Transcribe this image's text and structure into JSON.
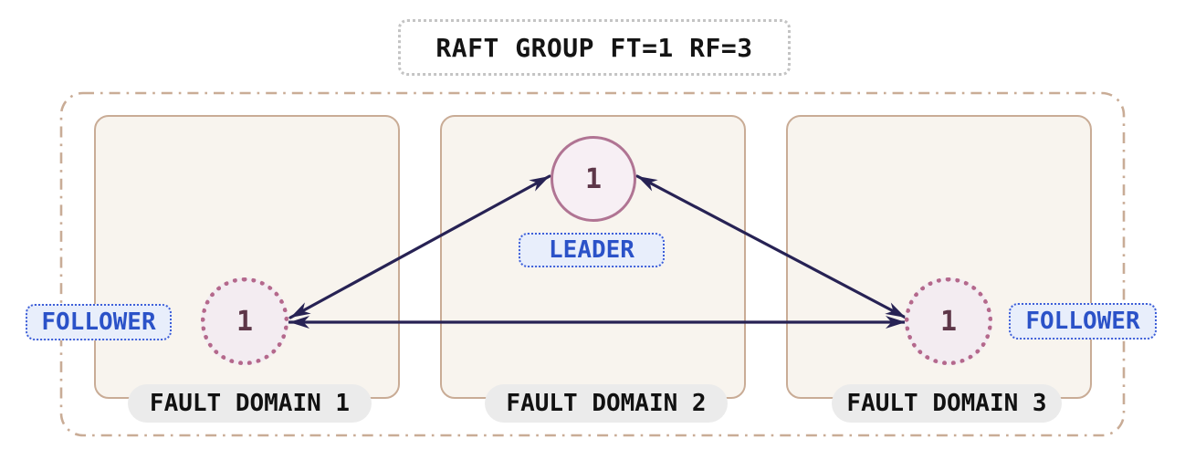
{
  "diagram": {
    "title": "RAFT GROUP FT=1 RF=3",
    "fault_domains": [
      {
        "label": "FAULT DOMAIN 1",
        "node_id": "1",
        "role": "FOLLOWER"
      },
      {
        "label": "FAULT DOMAIN 2",
        "node_id": "1",
        "role": "LEADER"
      },
      {
        "label": "FAULT DOMAIN 3",
        "node_id": "1",
        "role": "FOLLOWER"
      }
    ],
    "connections": [
      {
        "from": "follower-domain-1",
        "to": "leader-domain-2",
        "bidirectional": true
      },
      {
        "from": "leader-domain-2",
        "to": "follower-domain-3",
        "bidirectional": true
      },
      {
        "from": "follower-domain-1",
        "to": "follower-domain-3",
        "bidirectional": true
      }
    ],
    "colors": {
      "arrow": "#272254",
      "role_label_text": "#2b52c8",
      "role_label_fill": "#e8eefb",
      "role_label_border": "#3e5fd8",
      "domain_border": "#c9ac96",
      "domain_fill": "#f8f4ee",
      "leader_circle_border": "#b07493",
      "follower_circle_border": "#b4688c",
      "node_fill": "#f6eef3",
      "node_text": "#5d3648",
      "domain_pill_bg": "#ebebeb",
      "title_border": "#c4c4c4",
      "title_text": "#141414"
    }
  }
}
